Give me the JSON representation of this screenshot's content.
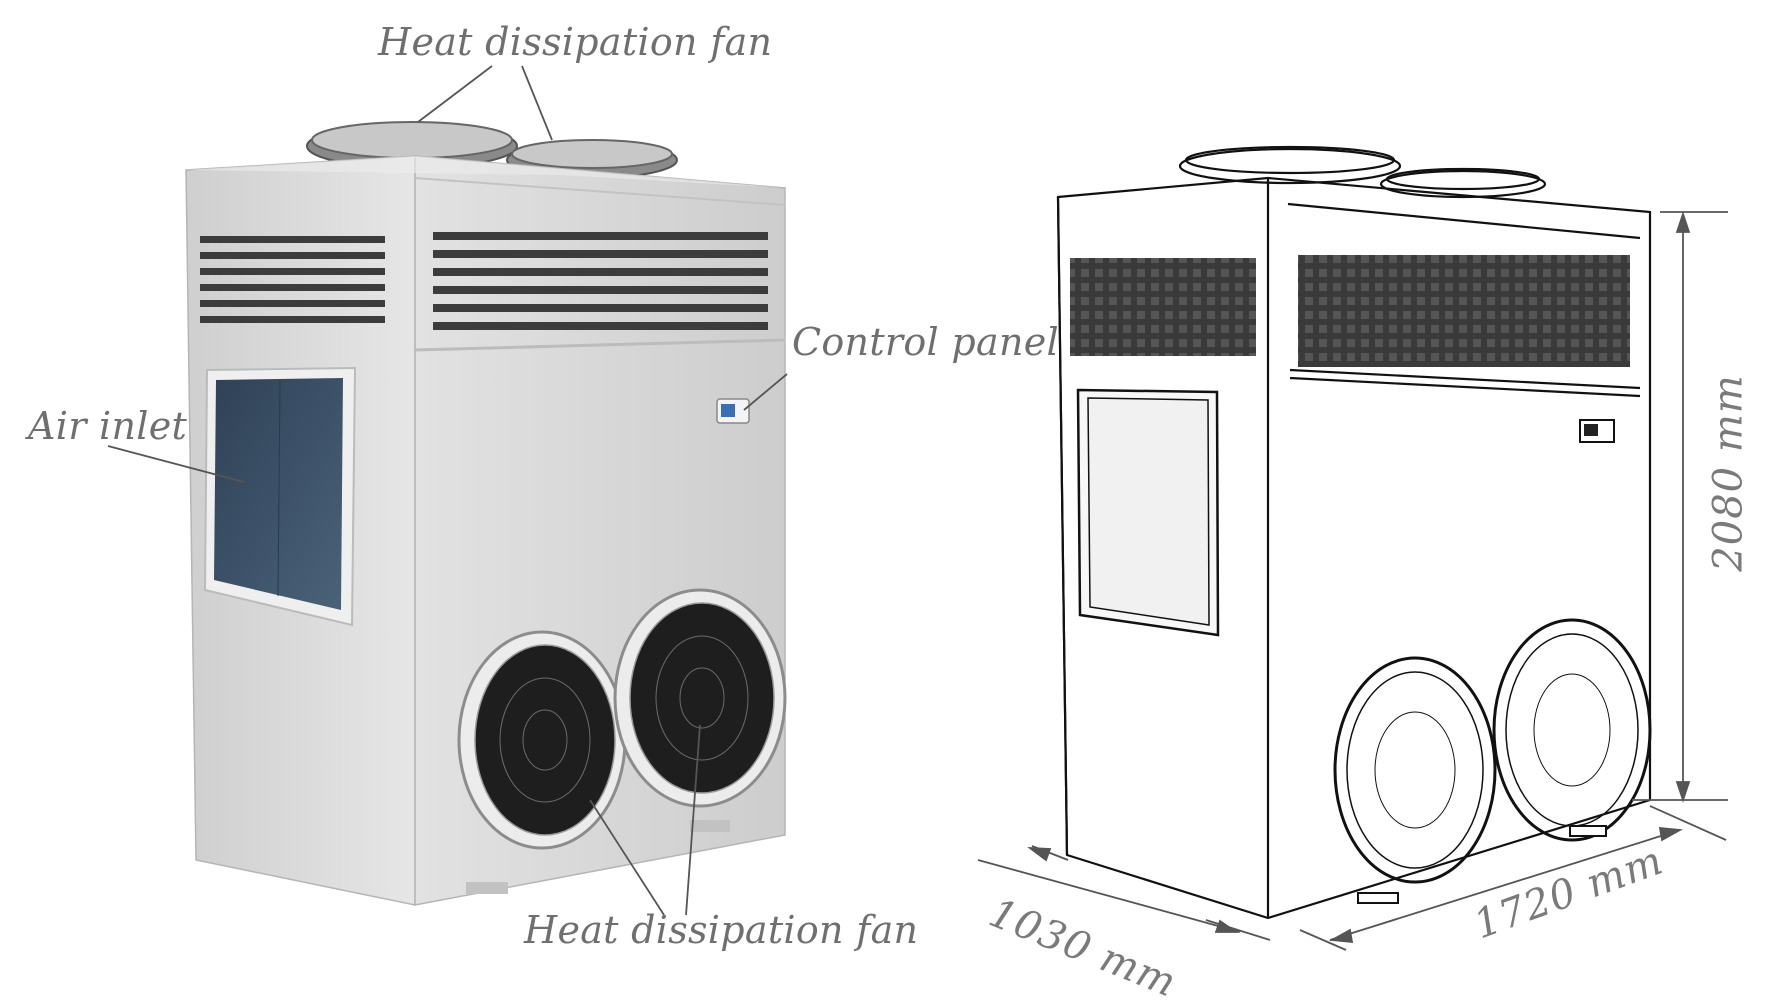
{
  "labels": {
    "heat_fan_top": "Heat dissipation fan",
    "control_panel": "Control panel",
    "air_inlet": "Air inlet",
    "heat_fan_bottom": "Heat dissipation fan"
  },
  "dimensions": {
    "height": "2080 mm",
    "depth": "1030 mm",
    "width": "1720 mm"
  },
  "colors": {
    "label_text": "#6f6f6f",
    "cabinet": "#d9d9d9",
    "filter": "#3b4f66",
    "fan": "#1e1e1e",
    "sketch_line": "#111111"
  }
}
